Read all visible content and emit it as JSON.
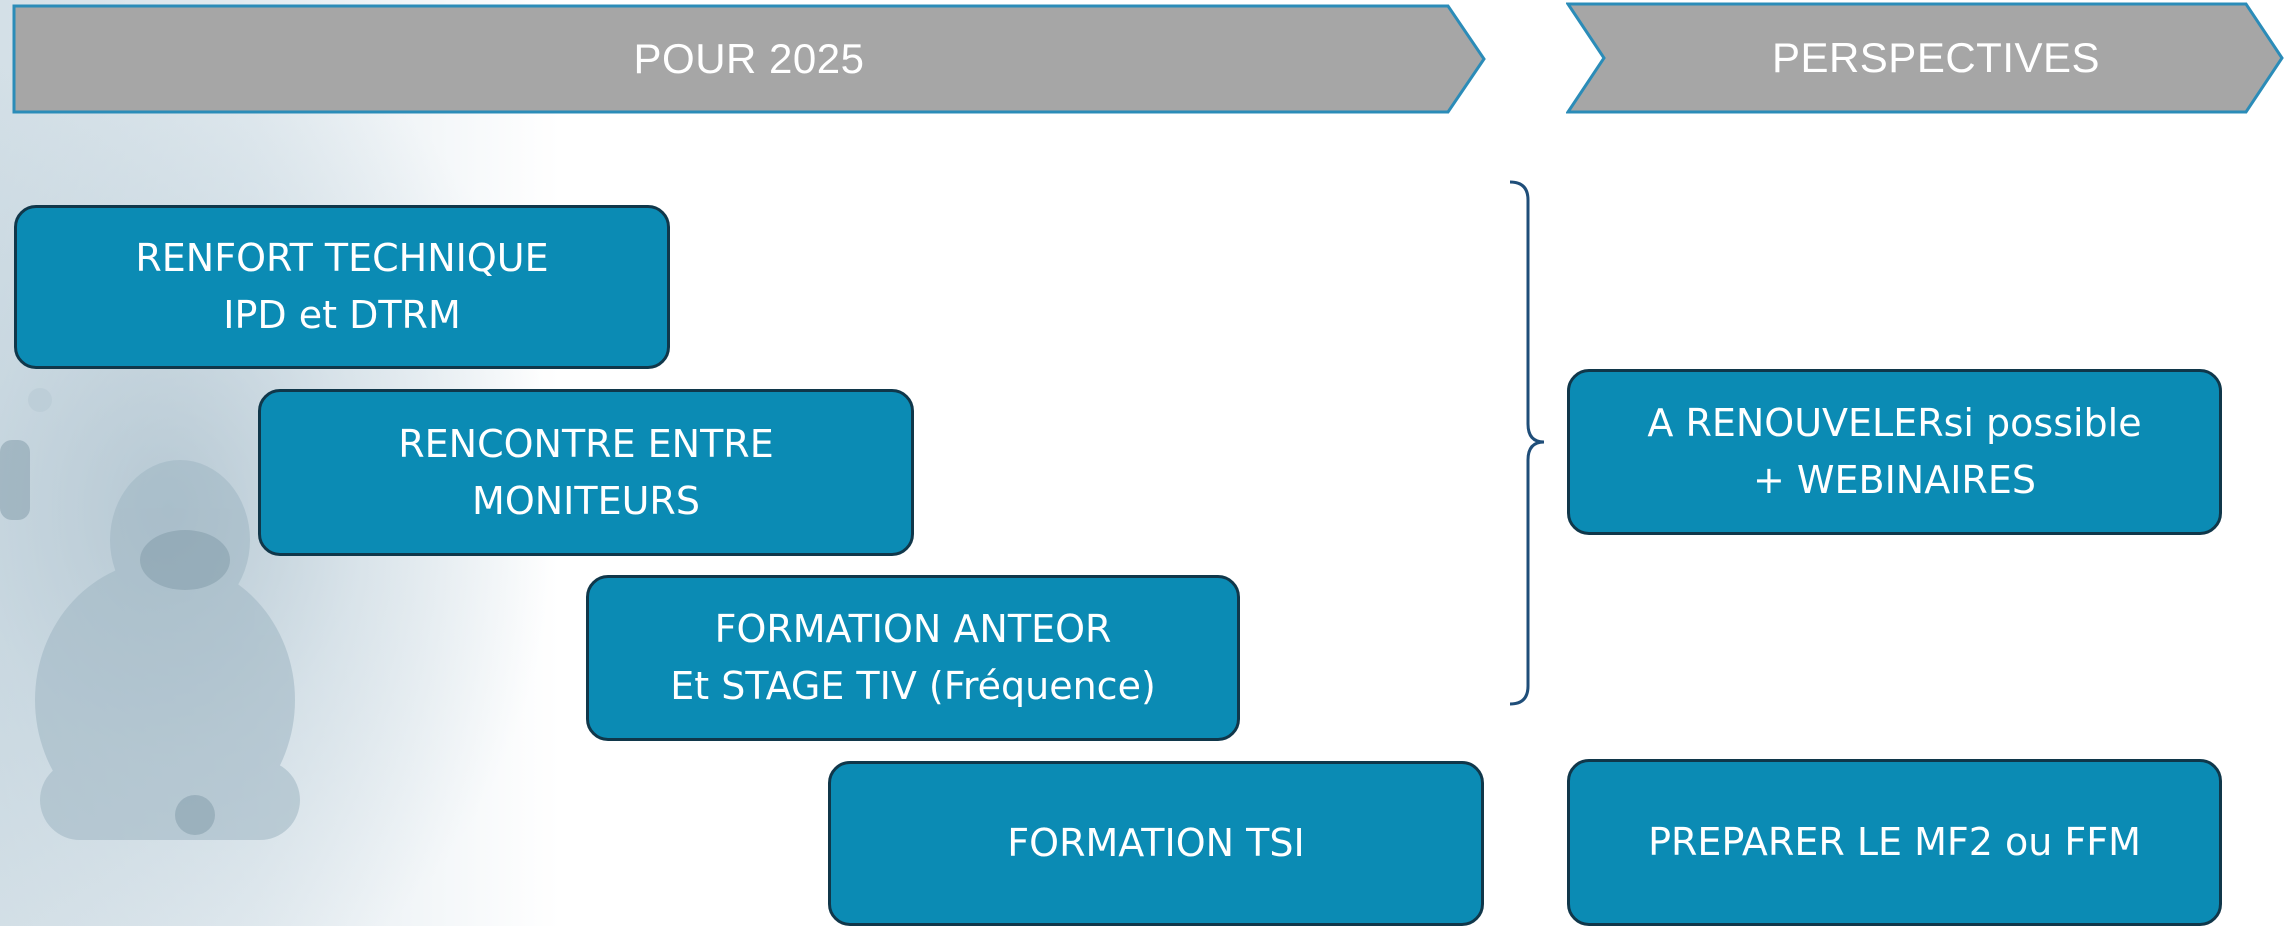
{
  "header": {
    "left_arrow_label": "POUR 2025",
    "right_arrow_label": "PERSPECTIVES"
  },
  "steps": [
    {
      "line1": "RENFORT TECHNIQUE",
      "line2": "IPD et DTRM"
    },
    {
      "line1": "RENCONTRE ENTRE",
      "line2": "MONITEURS"
    },
    {
      "line1": "FORMATION ANTEOR",
      "line2": "Et STAGE TIV (Fréquence)"
    },
    {
      "line1": "FORMATION TSI"
    }
  ],
  "perspectives": [
    {
      "line1": "A RENOUVELERsi possible",
      "line2": "+ WEBINAIRES"
    },
    {
      "line1": "PREPARER LE MF2 ou FFM"
    }
  ],
  "colors": {
    "arrow_fill": "#a6a6a6",
    "arrow_border": "#2b8cb8",
    "box_fill": "#0b8bb4",
    "box_border": "#10374a",
    "brace": "#1f4e79"
  }
}
